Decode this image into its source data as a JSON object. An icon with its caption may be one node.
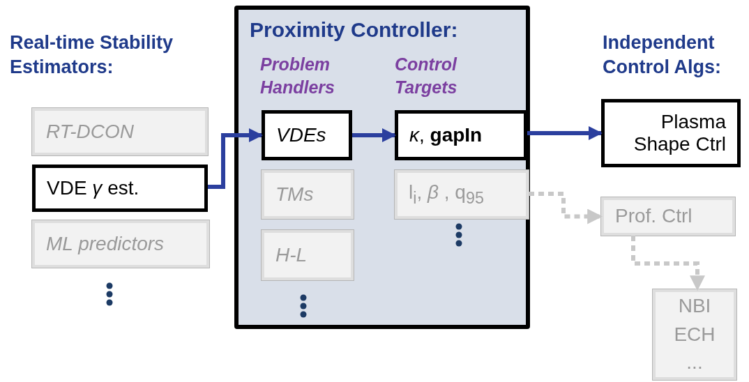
{
  "diagram": {
    "nodes": [
      {
        "text": [
          "Proximity Controller:"
        ]
      },
      {
        "text": [
          "RT-DCON"
        ]
      },
      {
        "text": [
          "VDE *γ* est."
        ]
      },
      {
        "text": [
          "ML predictors"
        ]
      },
      {
        "text": [
          "VDEs"
        ],
        "in": 0
      },
      {
        "text": [
          "TMs"
        ],
        "in": 0
      },
      {
        "text": [
          "H-L"
        ],
        "in": 0
      },
      {
        "text": [
          "*κ*, **gapIn**"
        ],
        "in": 0
      },
      {
        "text": [
          "l$_{i}$, *β* , q$_{95}$"
        ],
        "in": 0
      },
      {
        "text": [
          "Plasma Shape Ctrl"
        ]
      },
      {
        "text": [
          "Prof. Ctrl"
        ]
      },
      {
        "text": [
          "NBI ECH ..."
        ]
      }
    ],
    "edges": [
      {
        "from": 2,
        "to": 4,
        "arrow": "to"
      },
      {
        "from": 4,
        "to": 7,
        "arrow": "to"
      },
      {
        "from": 7,
        "to": 9,
        "arrow": "to"
      },
      {
        "from": 8,
        "to": 10,
        "arrow": "to",
        "style": "dashed",
        "color": "#c8c8c8"
      },
      {
        "from": 10,
        "to": 11,
        "arrow": "to",
        "style": "dashed",
        "color": "#c8c8c8"
      }
    ],
    "labels": [
      "Real-time Stability Estimators:",
      "Problem Handlers",
      "Control Targets",
      "Independent Control Algs:"
    ]
  }
}
